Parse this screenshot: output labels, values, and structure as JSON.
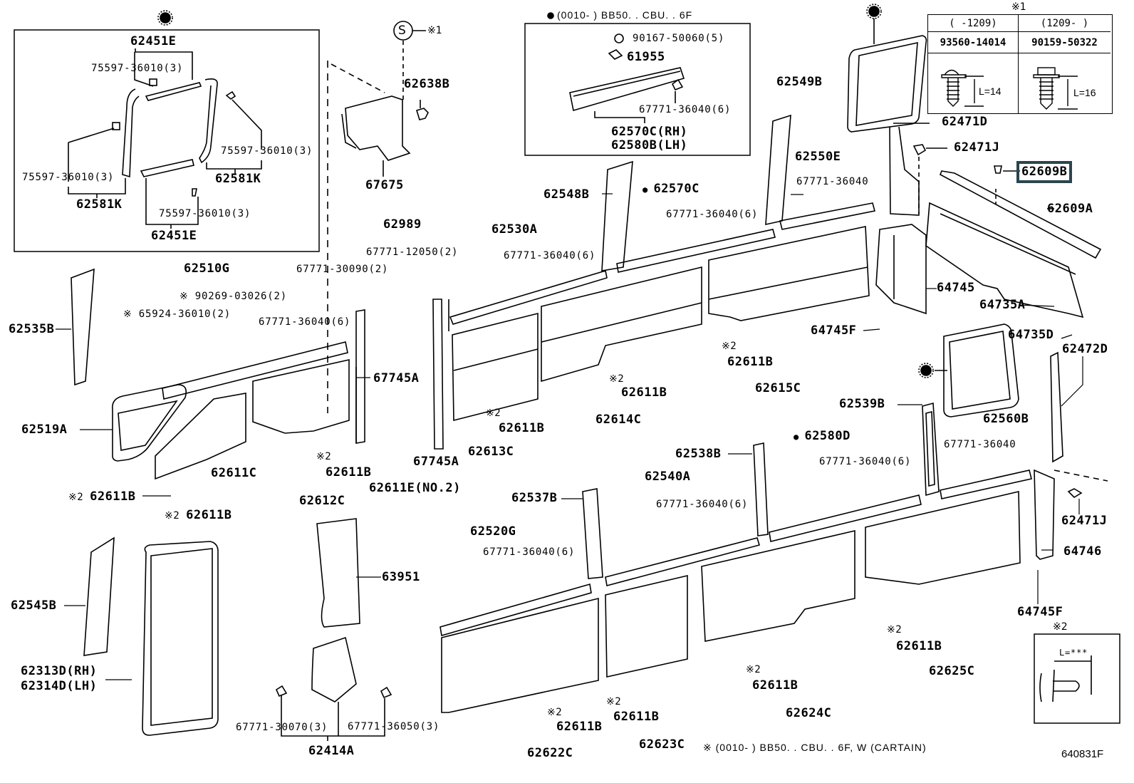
{
  "diagram": {
    "title": "Interior trim panel parts diagram",
    "highlight_color": "#2b4550",
    "reference_code": "640831F",
    "highlighted_part": "62609B",
    "notes": {
      "note1_symbol": "※1",
      "note2_symbol": "※2",
      "s_symbol": "S",
      "s_note": "※1",
      "top_box_condition": "(0010-        ) BB50. . CBU. . 6F",
      "bottom_condition": "※ (0010-        ) BB50. . CBU. . 6F, W (CARTAIN)"
    },
    "screw_table": {
      "title": "※1",
      "headers": [
        "(      -1209)",
        "(1209-      )"
      ],
      "part_numbers": [
        "93560-14014",
        "90159-50322"
      ],
      "lengths": [
        "L=14",
        "L=16"
      ]
    },
    "clip_box": {
      "title": "※2",
      "length_label": "L=***"
    },
    "labels": {
      "p62451E_top": "62451E",
      "p75597_a": "75597-36010(3)",
      "p75597_b": "75597-36010(3)",
      "p75597_c": "75597-36010(3)",
      "p75597_d": "75597-36010(3)",
      "p62581K_right": "62581K",
      "p62581K_left": "62581K",
      "p62451E_bottom": "62451E",
      "p62638B": "62638B",
      "p67675": "67675",
      "p90167": "90167-50060(5)",
      "p61955": "61955",
      "p67771_box": "67771-36040(6)",
      "p62570C_RH": "62570C(RH)",
      "p62580B_LH": "62580B(LH)",
      "p62549B": "62549B",
      "p62471D": "62471D",
      "p62471J_top": "62471J",
      "p62609B": "62609B",
      "p62609A": "62609A",
      "p62550E": "62550E",
      "p67771_62550E": "67771-36040",
      "p62548B": "62548B",
      "p62570C": "62570C",
      "p67771_62570C": "67771-36040(6)",
      "p62530A": "62530A",
      "p67771_62530A": "67771-36040(6)",
      "p62989": "62989",
      "p67771_12050": "67771-12050(2)",
      "p67771_30090": "67771-30090(2)",
      "p62510G": "62510G",
      "p90269": "90269-03026(2)",
      "p65924": "65924-36010(2)",
      "p67771_62510G": "67771-36040(6)",
      "p62535B": "62535B",
      "p67745A_right": "67745A",
      "p62519A": "62519A",
      "p62611C": "62611C",
      "p62611B_1": "62611B",
      "p62612C": "62612C",
      "p62611E": "62611E(NO.2)",
      "p67745A_bottom": "67745A",
      "p62611B_2": "62611B",
      "p62613C": "62613C",
      "p62611B_3": "62611B",
      "p62614C": "62614C",
      "p62611B_4": "62611B",
      "p62615C": "62615C",
      "p64745": "64745",
      "p64735A": "64735A",
      "p64745F_top": "64745F",
      "p64735D": "64735D",
      "p62472D": "62472D",
      "p62539B": "62539B",
      "p62560B": "62560B",
      "p67771_62560B": "67771-36040",
      "p62580D": "62580D",
      "p67771_62580D": "67771-36040(6)",
      "p62538B": "62538B",
      "p62540A": "62540A",
      "p67771_62540A": "67771-36040(6)",
      "p62537B": "62537B",
      "p62520G": "62520G",
      "p67771_62520G": "67771-36040(6)",
      "p62471J_bottom": "62471J",
      "p64746": "64746",
      "p64745F_bottom": "64745F",
      "p62611B_left1": "62611B",
      "p62611B_left2": "62611B",
      "p63951": "63951",
      "p62545B": "62545B",
      "p62313D": "62313D(RH)",
      "p62314D": "62314D(LH)",
      "p67771_30070": "67771-30070(3)",
      "p67771_36050": "67771-36050(3)",
      "p62414A": "62414A",
      "p62611B_b1": "62611B",
      "p62622C": "62622C",
      "p62611B_b2": "62611B",
      "p62623C": "62623C",
      "p62611B_b3": "62611B",
      "p62624C": "62624C",
      "p62611B_b4": "62611B",
      "p62625C": "62625C"
    }
  }
}
